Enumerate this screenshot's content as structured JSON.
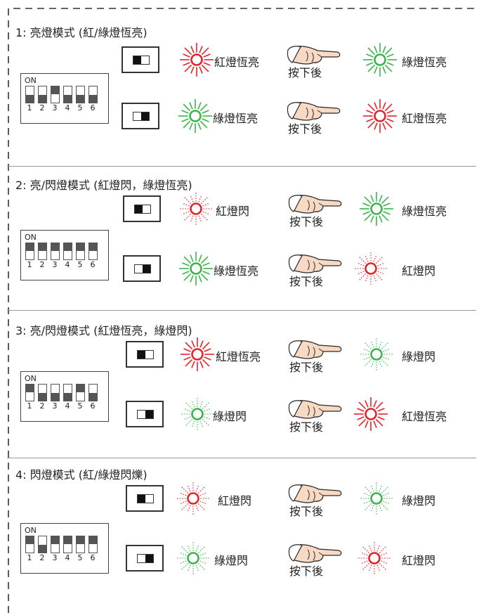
{
  "sections": [
    {
      "title": "1: 亮燈模式 (紅/綠燈恆亮)",
      "dip_down": [
        true,
        true,
        false,
        true,
        true,
        true
      ],
      "rows": [
        {
          "button": "left",
          "start": {
            "color": "red",
            "mode": "steady",
            "label": "紅燈恆亮"
          },
          "press": "按下後",
          "end": {
            "color": "green",
            "mode": "steady",
            "label": "綠燈恆亮"
          }
        },
        {
          "button": "right",
          "start": {
            "color": "green",
            "mode": "steady",
            "label": "綠燈恆亮"
          },
          "press": "按下後",
          "end": {
            "color": "red",
            "mode": "steady",
            "label": "紅燈恆亮"
          }
        }
      ]
    },
    {
      "title": "2: 亮/閃燈模式 (紅燈閃，綠燈恆亮)",
      "dip_down": [
        false,
        false,
        false,
        false,
        false,
        false
      ],
      "rows": [
        {
          "button": "left",
          "start": {
            "color": "red",
            "mode": "blink",
            "label": "紅燈閃"
          },
          "press": "按下後",
          "end": {
            "color": "green",
            "mode": "steady",
            "label": "綠燈恆亮"
          }
        },
        {
          "button": "right",
          "start": {
            "color": "green",
            "mode": "steady",
            "label": "綠燈恆亮"
          },
          "press": "按下後",
          "end": {
            "color": "red",
            "mode": "blink",
            "label": "紅燈閃"
          }
        }
      ]
    },
    {
      "title": "3: 亮/閃燈模式 (紅燈恆亮，綠燈閃)",
      "dip_down": [
        false,
        true,
        true,
        true,
        false,
        true
      ],
      "rows": [
        {
          "button": "left",
          "start": {
            "color": "red",
            "mode": "steady",
            "label": "紅燈恆亮"
          },
          "press": "按下後",
          "end": {
            "color": "green",
            "mode": "blink",
            "label": "綠燈閃"
          }
        },
        {
          "button": "right",
          "start": {
            "color": "green",
            "mode": "blink",
            "label": "綠燈閃"
          },
          "press": "按下後",
          "end": {
            "color": "red",
            "mode": "steady",
            "label": "紅燈恆亮"
          }
        }
      ]
    },
    {
      "title": "4: 閃燈模式 (紅/綠燈閃爍)",
      "dip_down": [
        false,
        true,
        false,
        false,
        false,
        false
      ],
      "rows": [
        {
          "button": "left",
          "start": {
            "color": "red",
            "mode": "blink",
            "label": "紅燈閃"
          },
          "press": "按下後",
          "end": {
            "color": "green",
            "mode": "blink",
            "label": "綠燈閃"
          }
        },
        {
          "button": "right",
          "start": {
            "color": "green",
            "mode": "blink",
            "label": "綠燈閃"
          },
          "press": "按下後",
          "end": {
            "color": "red",
            "mode": "blink",
            "label": "紅燈閃"
          }
        }
      ]
    }
  ],
  "dip_label": "ON",
  "dip_numbers": [
    "1",
    "2",
    "3",
    "4",
    "5",
    "6"
  ],
  "colors": {
    "red": "#e3242b",
    "green": "#3bb54a",
    "switch": "#555555",
    "frame": "#444444"
  }
}
